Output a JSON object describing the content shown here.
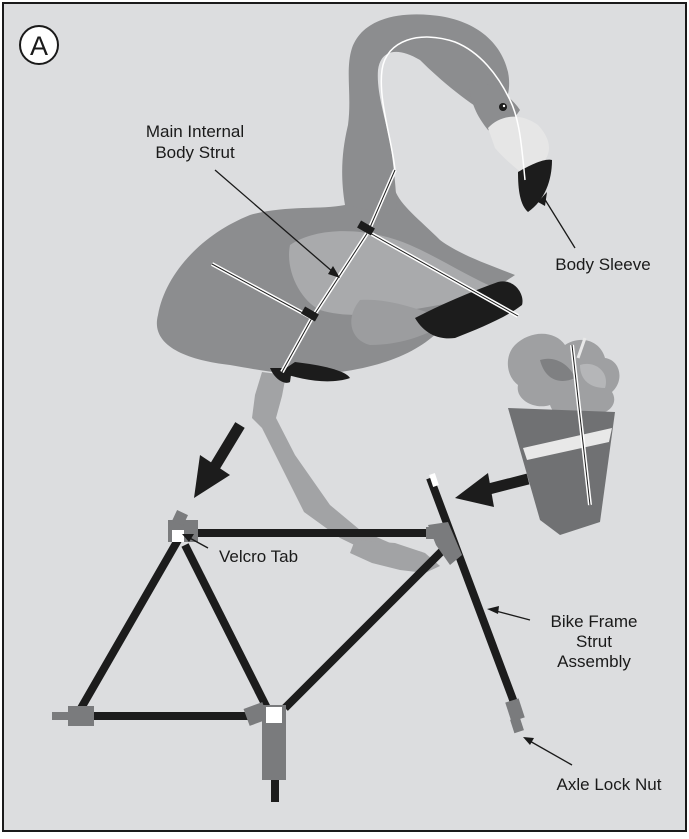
{
  "panel": {
    "letter": "A",
    "background": "#dcdddf",
    "border_color": "#1a1a1a"
  },
  "labels": {
    "main_strut_line1": "Main Internal",
    "main_strut_line2": "Body Strut",
    "body_sleeve": "Body Sleeve",
    "velcro_tab": "Velcro Tab",
    "bike_frame_line1": "Bike Frame",
    "bike_frame_line2": "Strut",
    "bike_frame_line3": "Assembly",
    "axle_lock_nut": "Axle Lock Nut"
  },
  "colors": {
    "flamingo_body": "#8c8d8f",
    "flamingo_light": "#a9aaac",
    "flamingo_dark": "#6f7072",
    "beak_light": "#e6e6e6",
    "black": "#1c1c1c",
    "connector_gray": "#7a7b7d",
    "flower_pot": "#707173",
    "pot_band": "#e8e8e8",
    "flower": "#9fa0a2"
  }
}
